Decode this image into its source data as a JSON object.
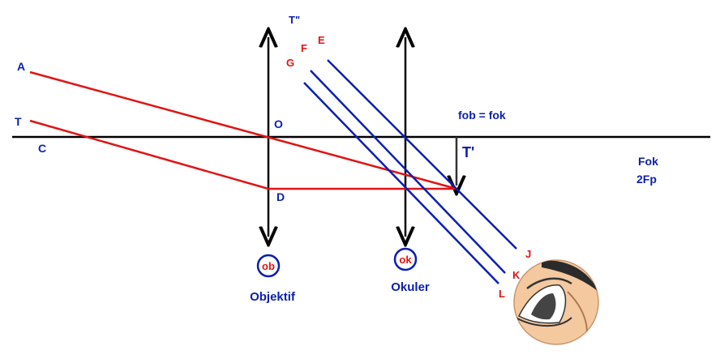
{
  "colors": {
    "axis": "#000000",
    "blue": "#0b1fb0",
    "red": "#e01414",
    "skin": "#f4c9a0",
    "hair": "#1a1a1a"
  },
  "labels": {
    "A": "A",
    "T": "T",
    "C": "C",
    "O": "O",
    "D": "D",
    "T_double": "T\"",
    "G": "G",
    "F": "F",
    "E": "E",
    "T_prime": "T'",
    "J": "J",
    "K": "K",
    "L": "L",
    "fob_fok": "fob = fok",
    "fok": "Fok",
    "two_fp": "2Fp"
  },
  "objective": {
    "badge": "ob",
    "caption": "Objektif"
  },
  "ocular": {
    "badge": "ok",
    "caption": "Okuler"
  },
  "eye_icon": "eye-icon"
}
